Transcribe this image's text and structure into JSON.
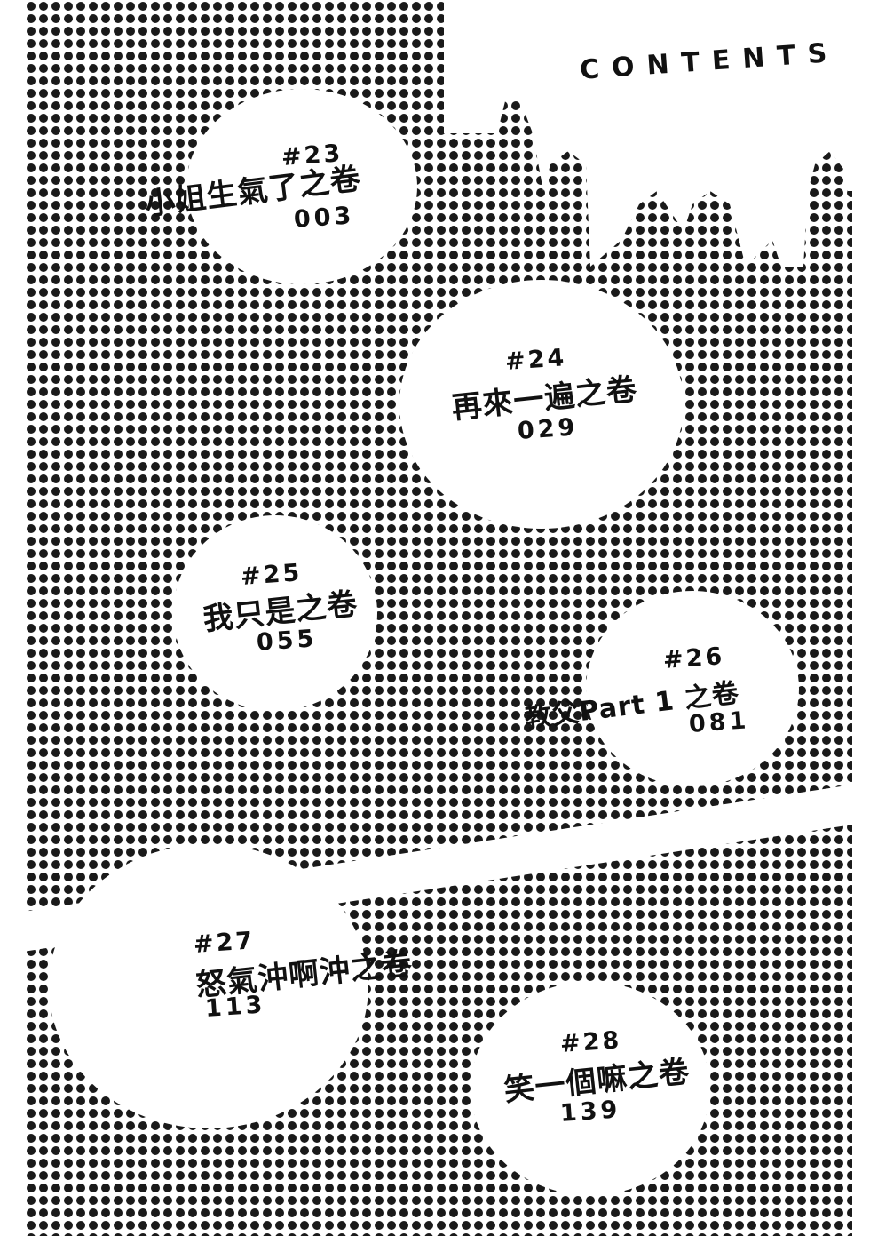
{
  "heading": "CONTENTS",
  "colors": {
    "dots": "#1a1a1a",
    "paper": "#ffffff",
    "text": "#111111"
  },
  "entries": [
    {
      "number": "#23",
      "title": "小姐生氣了之卷",
      "page": "003"
    },
    {
      "number": "#24",
      "title": "再來一遍之卷",
      "page": "029"
    },
    {
      "number": "#25",
      "title": "我只是之卷",
      "page": "055"
    },
    {
      "number": "#26",
      "title": "教父Part 1 之卷",
      "page": "081"
    },
    {
      "number": "#27",
      "title": "怒氣沖啊沖之卷",
      "page": "113"
    },
    {
      "number": "#28",
      "title": "笑一個嘛之卷",
      "page": "139"
    }
  ]
}
